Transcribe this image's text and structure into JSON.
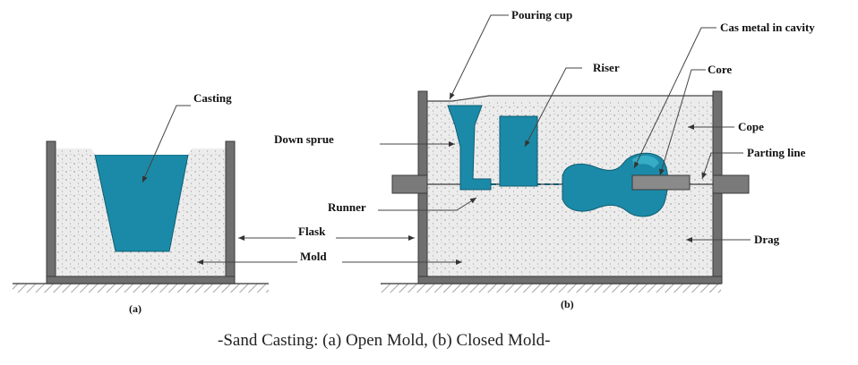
{
  "labels": {
    "casting": "Casting",
    "flask": "Flask",
    "mold": "Mold",
    "pouring_cup": "Pouring cup",
    "cas_metal": "Cas metal in cavity",
    "riser": "Riser",
    "core": "Core",
    "cope": "Cope",
    "parting_line": "Parting line",
    "down_sprue": "Down sprue",
    "runner": "Runner",
    "drag": "Drag"
  },
  "sublabels": {
    "a": "(a)",
    "b": "(b)"
  },
  "caption": "-Sand Casting: (a) Open Mold, (b) Closed Mold-",
  "colors": {
    "metal": "#1b8aa8",
    "metal_light": "#3db4cc",
    "sand": "#e9e9e9",
    "wall": "#6b6b6b",
    "ground": "#9a9a9a"
  }
}
